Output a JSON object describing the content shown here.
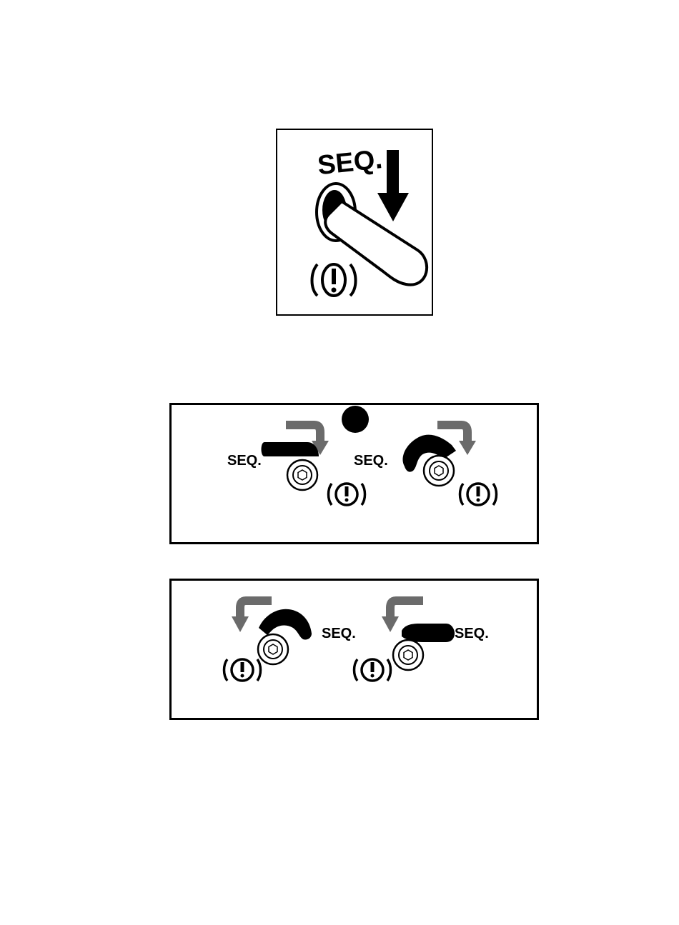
{
  "figure": {
    "top_panel": {
      "label": "SEQ.",
      "warning_symbol": "(!)",
      "arrow": "down-arrow-icon"
    },
    "middle_panel": {
      "items": [
        {
          "label": "SEQ.",
          "warning_symbol": "(!)"
        },
        {
          "label": "SEQ.",
          "warning_symbol": "(!)"
        }
      ]
    },
    "bottom_panel": {
      "items": [
        {
          "label": "SEQ.",
          "warning_symbol": "(!)"
        },
        {
          "label": "SEQ.",
          "warning_symbol": "(!)"
        }
      ]
    }
  },
  "colors": {
    "ink": "#000000",
    "arrow_gray": "#6b6b6b",
    "background": "#ffffff"
  }
}
